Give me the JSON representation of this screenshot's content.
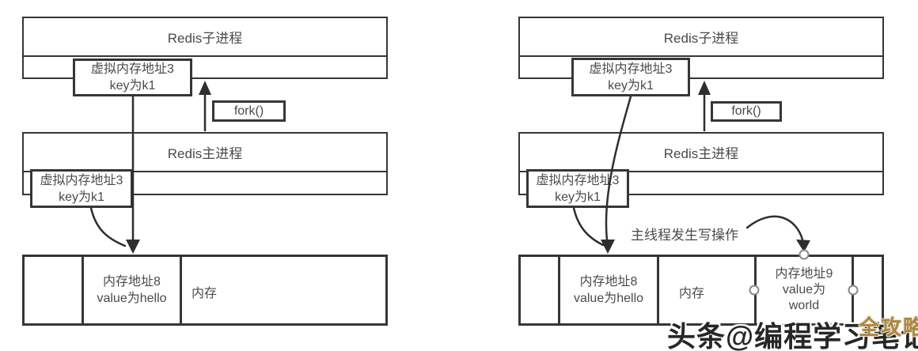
{
  "left": {
    "child_process_label": "Redis子进程",
    "child_virtual": {
      "line1": "虚拟内存地址3",
      "line2": "key为k1"
    },
    "fork_label": "fork()",
    "main_process_label": "Redis主进程",
    "main_virtual": {
      "line1": "虚拟内存地址3",
      "line2": "key为k1"
    },
    "mem_addr8": {
      "line1": "内存地址8",
      "line2": "value为hello"
    },
    "memory_label": "内存"
  },
  "right": {
    "child_process_label": "Redis子进程",
    "child_virtual": {
      "line1": "虚拟内存地址3",
      "line2": "key为k1"
    },
    "fork_label": "fork()",
    "main_process_label": "Redis主进程",
    "main_virtual": {
      "line1": "虚拟内存地址3",
      "line2": "key为k1"
    },
    "mem_addr8": {
      "line1": "内存地址8",
      "line2": "value为hello"
    },
    "memory_label": "内存",
    "write_annotation": "主线程发生写操作",
    "mem_addr9": {
      "line1": "内存地址9",
      "line2": "value为",
      "line3": "world"
    }
  },
  "watermark": {
    "text": "头条@编程学习笔记",
    "badge": "全攻略"
  },
  "colors": {
    "line": "#363636",
    "text": "#4a4a4a",
    "badge_gold": "#aa8742"
  }
}
